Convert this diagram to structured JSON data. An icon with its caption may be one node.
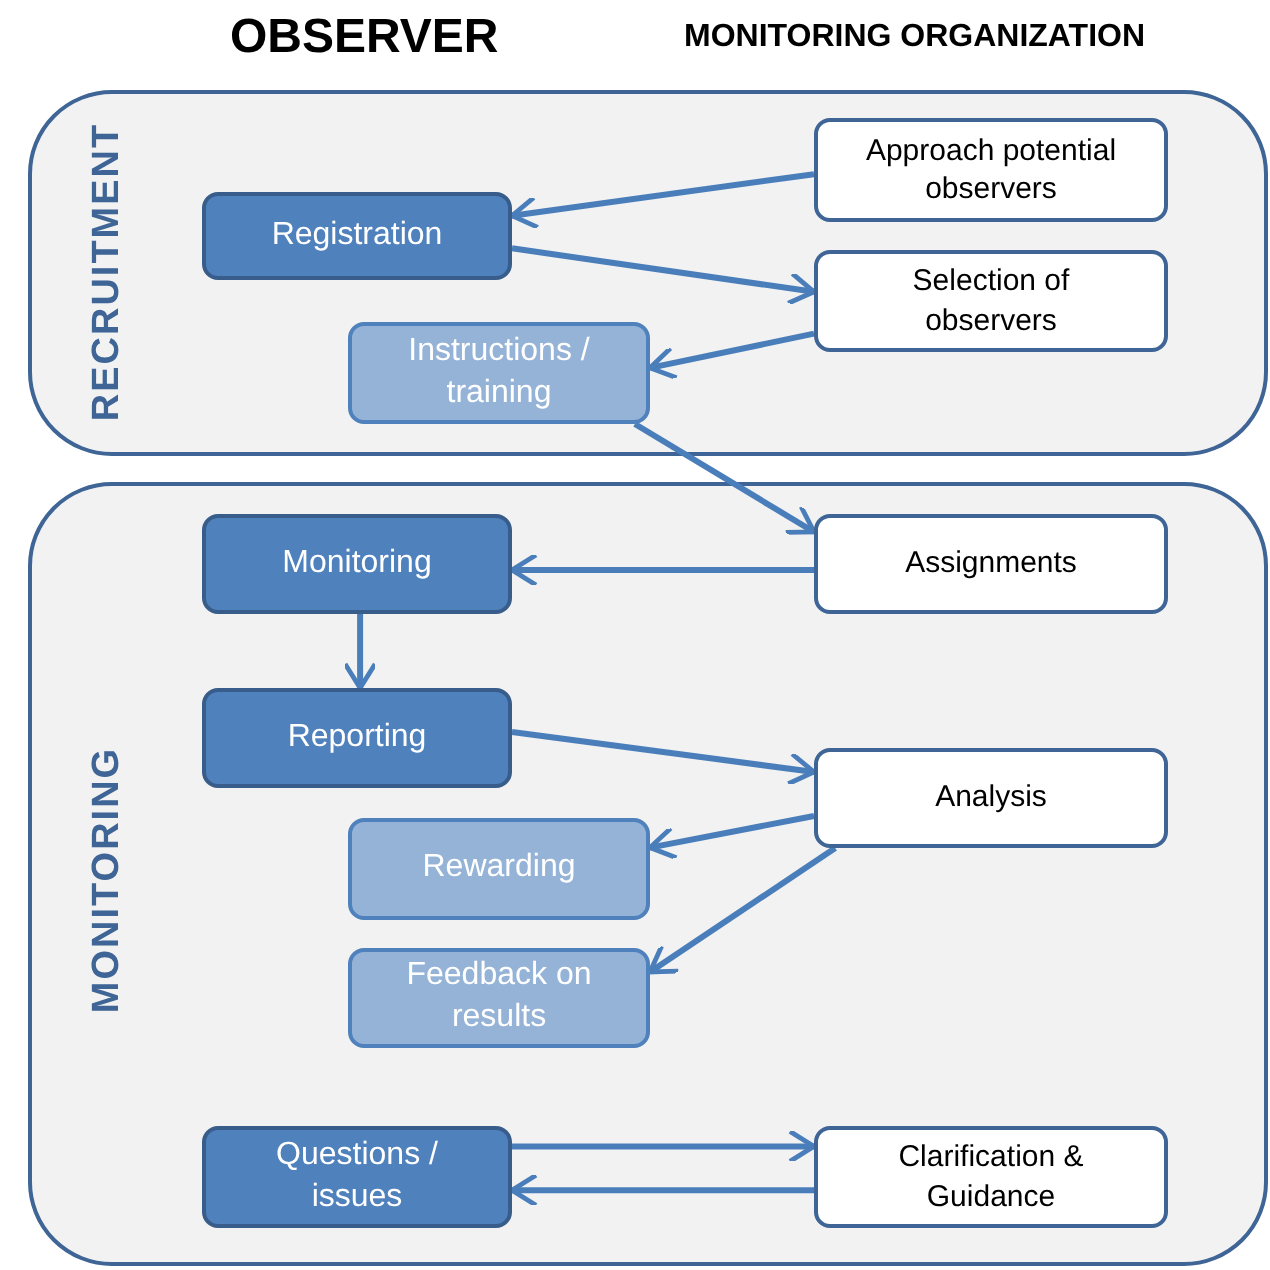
{
  "diagram": {
    "nodes": [
      {
        "text": [
          "RECRUITMENT"
        ]
      },
      {
        "text": [
          "Registration"
        ],
        "in": 0
      },
      {
        "text": [
          "Approach potential observers"
        ],
        "in": 0
      },
      {
        "text": [
          "Selection of observers"
        ],
        "in": 0
      },
      {
        "text": [
          "Instructions / training"
        ],
        "in": 0
      },
      {
        "text": [
          "MONITORING"
        ]
      },
      {
        "text": [
          "Monitoring"
        ],
        "in": 5
      },
      {
        "text": [
          "Assignments"
        ],
        "in": 5
      },
      {
        "text": [
          "Reporting"
        ],
        "in": 5
      },
      {
        "text": [
          "Analysis"
        ],
        "in": 5
      },
      {
        "text": [
          "Rewarding"
        ],
        "in": 5
      },
      {
        "text": [
          "Feedback on results"
        ],
        "in": 5
      },
      {
        "text": [
          "Questions / issues"
        ],
        "in": 5
      },
      {
        "text": [
          "Clarification & Guidance"
        ],
        "in": 5
      }
    ],
    "edges": [
      {
        "from": 2,
        "to": 1,
        "arrow": "to"
      },
      {
        "from": 1,
        "to": 3,
        "arrow": "to"
      },
      {
        "from": 3,
        "to": 4,
        "arrow": "to"
      },
      {
        "from": 4,
        "to": 7,
        "arrow": "to"
      },
      {
        "from": 7,
        "to": 6,
        "arrow": "to"
      },
      {
        "from": 6,
        "to": 8,
        "arrow": "to"
      },
      {
        "from": 8,
        "to": 9,
        "arrow": "to"
      },
      {
        "from": 9,
        "to": 10,
        "arrow": "to"
      },
      {
        "from": 9,
        "to": 11,
        "arrow": "to"
      },
      {
        "from": 12,
        "to": 13,
        "arrow": "to"
      },
      {
        "from": 13,
        "to": 12,
        "arrow": "to"
      }
    ],
    "labels": [
      "OBSERVER",
      "MONITORING ORGANIZATION"
    ]
  }
}
